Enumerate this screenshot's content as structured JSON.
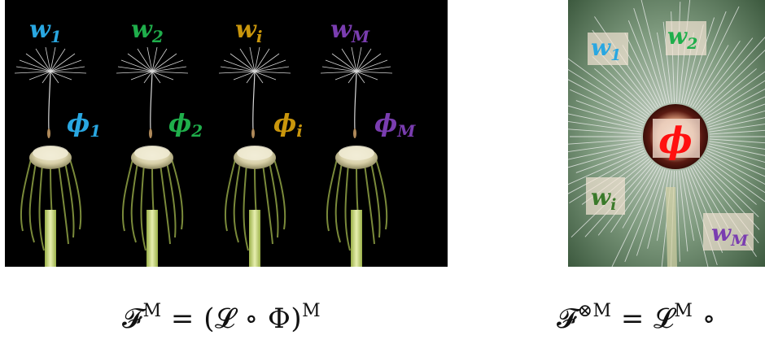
{
  "left_panel": {
    "seeds": [
      {
        "weight_base": "w",
        "weight_sub": "1",
        "phi_base": "ϕ",
        "phi_sub": "1",
        "color": "#29a7e1"
      },
      {
        "weight_base": "w",
        "weight_sub": "2",
        "phi_base": "ϕ",
        "phi_sub": "2",
        "color": "#1fae4b"
      },
      {
        "weight_base": "w",
        "weight_sub": "i",
        "phi_base": "ϕ",
        "phi_sub": "i",
        "color": "#c9960c"
      },
      {
        "weight_base": "w",
        "weight_sub": "M",
        "phi_base": "ϕ",
        "phi_sub": "M",
        "color": "#7a3db0"
      }
    ]
  },
  "right_panel": {
    "center_label": "ϕ",
    "center_color": "#ff1010",
    "weights": [
      {
        "base": "w",
        "sub": "1",
        "color": "#29a7e1"
      },
      {
        "base": "w",
        "sub": "2",
        "color": "#1fae4b"
      },
      {
        "base": "w",
        "sub": "i",
        "color": "#3a7a2a"
      },
      {
        "base": "w",
        "sub": "M",
        "color": "#7a3db0"
      }
    ]
  },
  "equations": {
    "left": {
      "lhs": "𝓕",
      "lhs_sup": "M",
      "rhs": " = (𝓛 ∘ Φ)",
      "rhs_sup": "M"
    },
    "right": {
      "lhs": "𝓕",
      "lhs_sup": "⊗M",
      "rhs": " = 𝓛",
      "rhs_sup": "M",
      "tail": " ∘"
    }
  }
}
